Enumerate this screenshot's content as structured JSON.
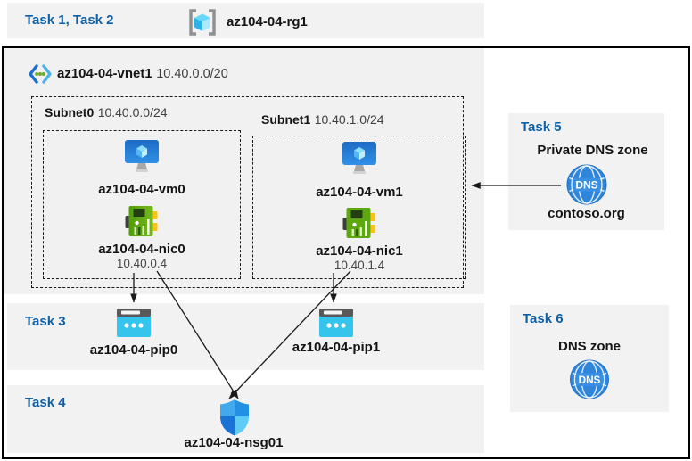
{
  "colors": {
    "task_label_blue": "#0f5fa5",
    "band_gray": "#f2f2f2",
    "outer_border": "#000000",
    "pip_cyan": "#35c4ec",
    "nic_green": "#5ca80e",
    "vm_blue": "#2173cf",
    "dns_blue": "#2f85da",
    "nsg_blue": "#2490e2"
  },
  "top_band": {
    "task_label": "Task 1, Task 2",
    "resource_group_name": "az104-04-rg1"
  },
  "vnet": {
    "name": "az104-04-vnet1",
    "cidr": "10.40.0.0/20"
  },
  "subnets": [
    {
      "name": "Subnet0",
      "cidr": "10.40.0.0/24",
      "vm": "az104-04-vm0",
      "nic": "az104-04-nic0",
      "ip": "10.40.0.4"
    },
    {
      "name": "Subnet1",
      "cidr": "10.40.1.0/24",
      "vm": "az104-04-vm1",
      "nic": "az104-04-nic1",
      "ip": "10.40.1.4"
    }
  ],
  "task3": {
    "label": "Task 3",
    "pips": [
      "az104-04-pip0",
      "az104-04-pip1"
    ]
  },
  "task4": {
    "label": "Task 4",
    "nsg_name": "az104-04-nsg01"
  },
  "task5": {
    "label": "Task 5",
    "title": "Private DNS zone",
    "zone_name": "contoso.org",
    "dns_icon_text": "DNS"
  },
  "task6": {
    "label": "Task 6",
    "title": "DNS zone",
    "dns_icon_text": "DNS"
  }
}
